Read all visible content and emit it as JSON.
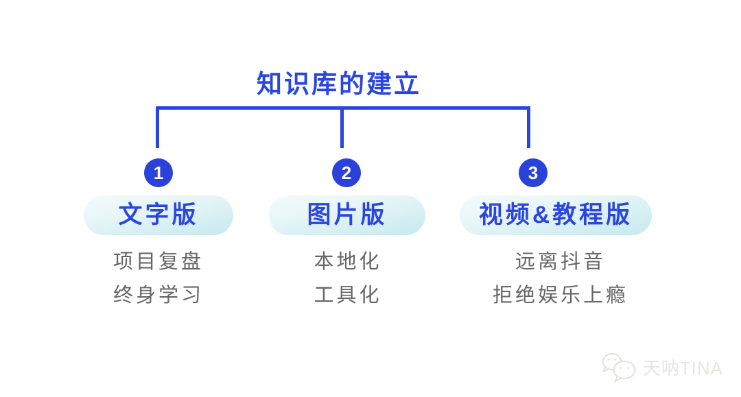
{
  "title": "知识库的建立",
  "columns": [
    {
      "number": "1",
      "label": "文字版",
      "items": [
        "项目复盘",
        "终身学习"
      ]
    },
    {
      "number": "2",
      "label": "图片版",
      "items": [
        "本地化",
        "工具化"
      ]
    },
    {
      "number": "3",
      "label": "视频&教程版",
      "items": [
        "远离抖音",
        "拒绝娱乐上瘾"
      ]
    }
  ],
  "watermark": {
    "text": "天呐TINA",
    "icon": "wechat-icon"
  },
  "colors": {
    "accent_blue": "#2B46E0",
    "circle_blue": "#2A42DA",
    "pill_gradient_start": "#F4FBFC",
    "pill_gradient_end": "#C5E9EE",
    "item_gray": "#666666",
    "watermark_gray": "#E7E5E1",
    "background": "#FFFFFF"
  }
}
